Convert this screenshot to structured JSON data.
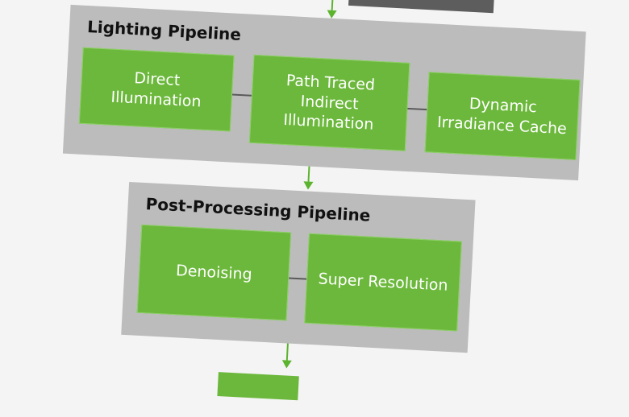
{
  "diagram": {
    "lighting": {
      "title": "Lighting Pipeline",
      "nodes": [
        "Direct\nIllumination",
        "Path Traced\nIndirect\nIllumination",
        "Dynamic\nIrradiance Cache"
      ]
    },
    "post": {
      "title": "Post-Processing Pipeline",
      "nodes": [
        "Denoising",
        "Super Resolution"
      ]
    },
    "colors": {
      "node_green": "#6cb83c",
      "arrow_green": "#5cb32e",
      "panel_gray": "#bcbcbc",
      "connector_gray": "#5a5a5a"
    }
  }
}
